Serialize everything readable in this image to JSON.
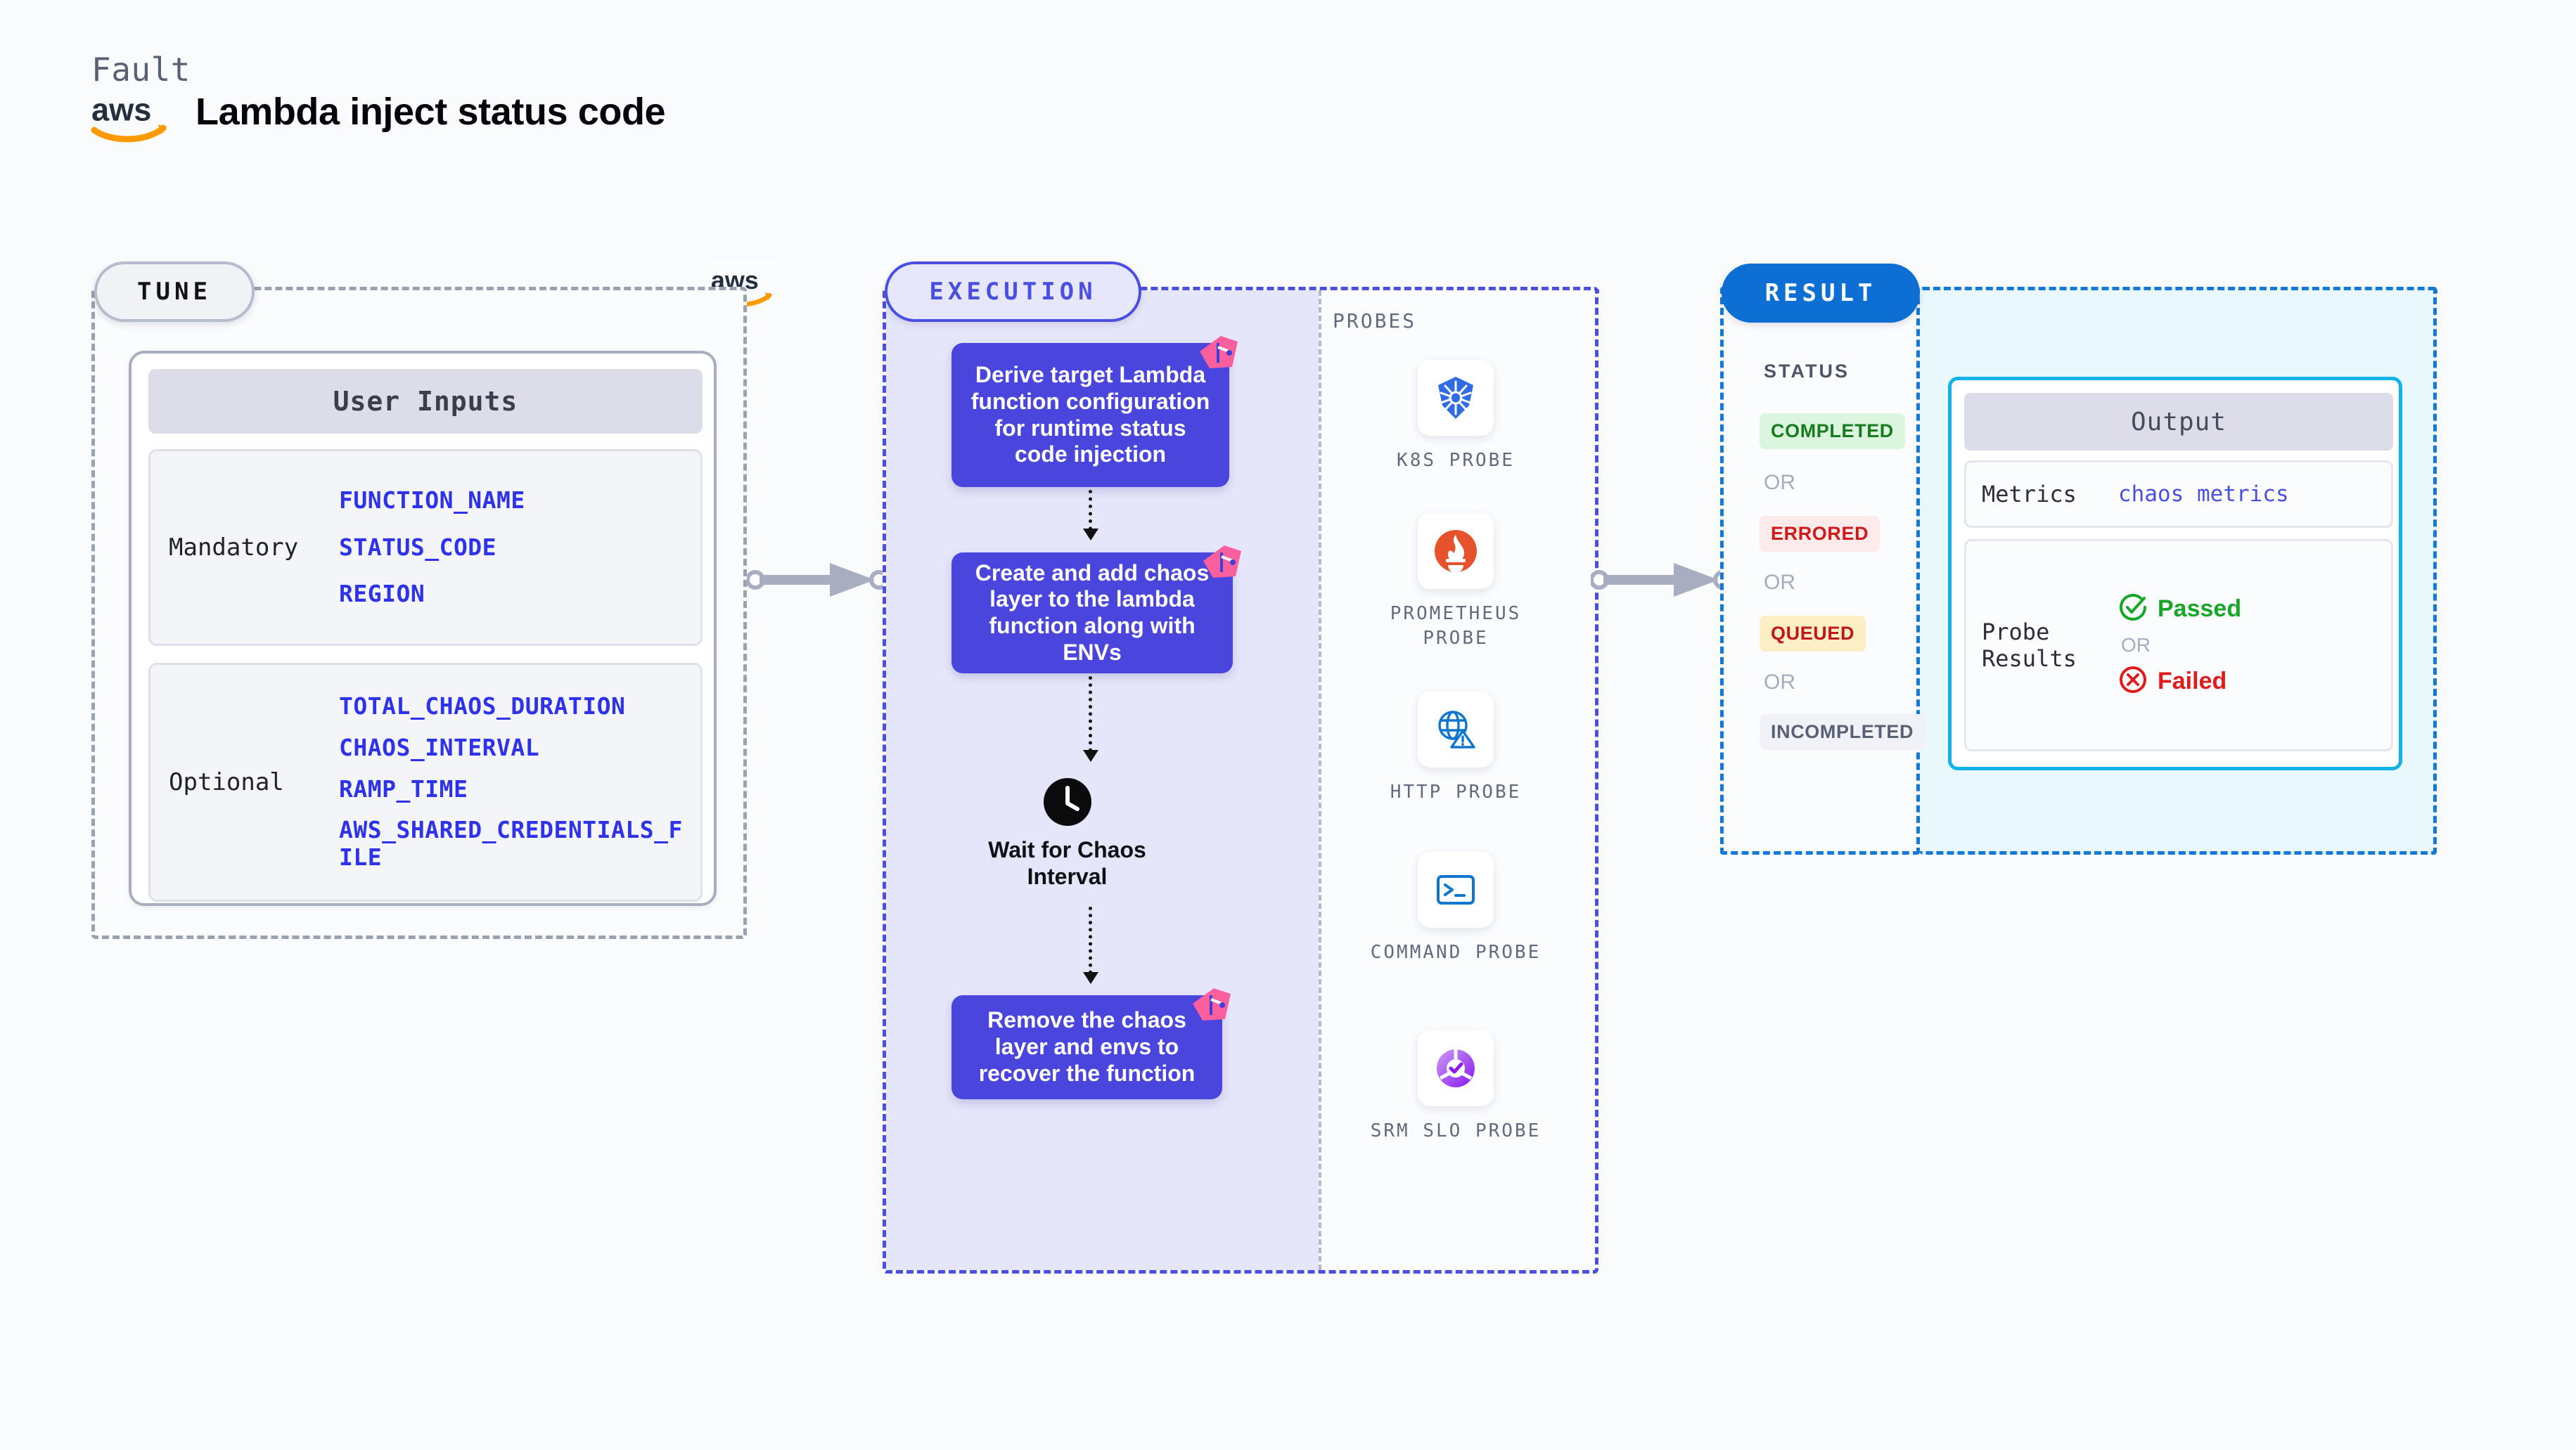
{
  "header": {
    "eyebrow": "Fault",
    "title": "Lambda inject status code",
    "logo_icon": "aws-logo-icon"
  },
  "tune": {
    "badge": "TUNE",
    "card_title": "User Inputs",
    "groups": [
      {
        "label": "Mandatory",
        "values": [
          "FUNCTION_NAME",
          "STATUS_CODE",
          "REGION"
        ]
      },
      {
        "label": "Optional",
        "values": [
          "TOTAL_CHAOS_DURATION",
          "CHAOS_INTERVAL",
          "RAMP_TIME",
          "AWS_SHARED_CREDENTIALS_FILE"
        ]
      }
    ]
  },
  "execution": {
    "badge": "EXECUTION",
    "steps": [
      "Derive target Lambda function configuration for runtime status code injection",
      "Create and add chaos layer to the lambda function along with ENVs",
      "Remove the chaos layer and envs to recover the function"
    ],
    "wait_node": {
      "icon": "clock-icon",
      "label": "Wait for Chaos Interval"
    },
    "probes_title": "PROBES",
    "probes": [
      {
        "label": "K8S PROBE",
        "icon": "kubernetes-icon"
      },
      {
        "label": "PROMETHEUS PROBE",
        "icon": "prometheus-icon"
      },
      {
        "label": "HTTP PROBE",
        "icon": "http-globe-warning-icon"
      },
      {
        "label": "COMMAND PROBE",
        "icon": "terminal-icon"
      },
      {
        "label": "SRM SLO PROBE",
        "icon": "srm-slo-icon"
      }
    ]
  },
  "result": {
    "badge": "RESULT",
    "status_title": "STATUS",
    "or_label": "OR",
    "statuses": [
      {
        "label": "COMPLETED",
        "color": "#177c1d",
        "bg": "#dcf5de"
      },
      {
        "label": "ERRORED",
        "color": "#cf1a1a",
        "bg": "#fdeaea"
      },
      {
        "label": "QUEUED",
        "color": "#c0171a",
        "bg": "#fdeec5"
      },
      {
        "label": "INCOMPLETED",
        "color": "#5a6174",
        "bg": "#f1f2f7"
      }
    ],
    "output": {
      "title": "Output",
      "metrics_key": "Metrics",
      "metrics_value": "chaos metrics",
      "probe_key": "Probe Results",
      "passed_label": "Passed",
      "failed_label": "Failed",
      "or_label": "OR"
    }
  },
  "colors": {
    "step_purple": "#4a45dd",
    "exec_border": "#4b4fe0",
    "result_blue": "#0d6fd4",
    "output_cyan": "#11b2e8",
    "input_blue": "#2e32e8",
    "ribbon_pink": "#fb5f9e"
  }
}
